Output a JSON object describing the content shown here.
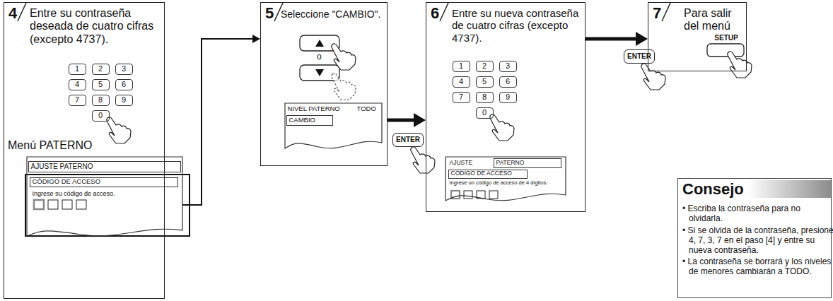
{
  "diagram": {
    "nodes": [
      {
        "text": [
          "4",
          "Entre su contraseña deseada de cuatro cifras (excepto 4737).",
          "Menú PATERNO"
        ]
      },
      {
        "text": [
          "1"
        ],
        "in": 0
      },
      {
        "text": [
          "2"
        ],
        "in": 0
      },
      {
        "text": [
          "3"
        ],
        "in": 0
      },
      {
        "text": [
          "4"
        ],
        "in": 0
      },
      {
        "text": [
          "5"
        ],
        "in": 0
      },
      {
        "text": [
          "6"
        ],
        "in": 0
      },
      {
        "text": [
          "7"
        ],
        "in": 0
      },
      {
        "text": [
          "8"
        ],
        "in": 0
      },
      {
        "text": [
          "9"
        ],
        "in": 0
      },
      {
        "text": [
          "0"
        ],
        "in": 0
      },
      {
        "text": [
          "Ingrese su código de acceso."
        ],
        "in": 0
      },
      {
        "text": [
          "AJUSTE PATERNO"
        ],
        "in": 11
      },
      {
        "text": [
          "CÓDIGO DE ACCESO"
        ],
        "in": 11
      },
      {
        "text": [
          "5",
          "Seleccione \"CAMBIO\"."
        ]
      },
      {
        "text": [
          "NIVEL PATERNO",
          "TODO"
        ],
        "in": 14
      },
      {
        "text": [
          "CAMBIO"
        ],
        "in": 15
      },
      {
        "text": [
          "ENTER"
        ]
      },
      {
        "text": [
          "6",
          "Entre su nueva contraseña de cuatro cifras (excepto 4737)."
        ]
      },
      {
        "text": [
          "1"
        ],
        "in": 18
      },
      {
        "text": [
          "2"
        ],
        "in": 18
      },
      {
        "text": [
          "3"
        ],
        "in": 18
      },
      {
        "text": [
          "4"
        ],
        "in": 18
      },
      {
        "text": [
          "5"
        ],
        "in": 18
      },
      {
        "text": [
          "6"
        ],
        "in": 18
      },
      {
        "text": [
          "7"
        ],
        "in": 18
      },
      {
        "text": [
          "8"
        ],
        "in": 18
      },
      {
        "text": [
          "9"
        ],
        "in": 18
      },
      {
        "text": [
          "0"
        ],
        "in": 18
      },
      {
        "text": [
          "AJUSTE",
          "Ingrese un código de acceso de 4 dígitos."
        ],
        "in": 18
      },
      {
        "text": [
          "PATERNO"
        ],
        "in": 29
      },
      {
        "text": [
          "CÓDIGO DE ACCESO"
        ],
        "in": 29
      },
      {
        "text": [
          "ENTER"
        ]
      },
      {
        "text": [
          "7",
          "Para salir del menú",
          "SETUP"
        ]
      },
      {
        "text": [
          "Consejo",
          "• Escriba la contraseña para no olvidarla.",
          "• Si se olvida de la contraseña, presione 4, 7, 3, 7 en el paso [4] y entre su nueva contraseña.",
          "• La contraseña se borrará y los niveles de menores cambiarán a TODO."
        ]
      }
    ],
    "edges": [
      {
        "from": 11,
        "to": 14,
        "arrow": "to"
      },
      {
        "from": 14,
        "to": 18,
        "arrow": "to"
      },
      {
        "from": 18,
        "to": 33,
        "arrow": "to"
      }
    ],
    "labels": [
      "o"
    ]
  }
}
